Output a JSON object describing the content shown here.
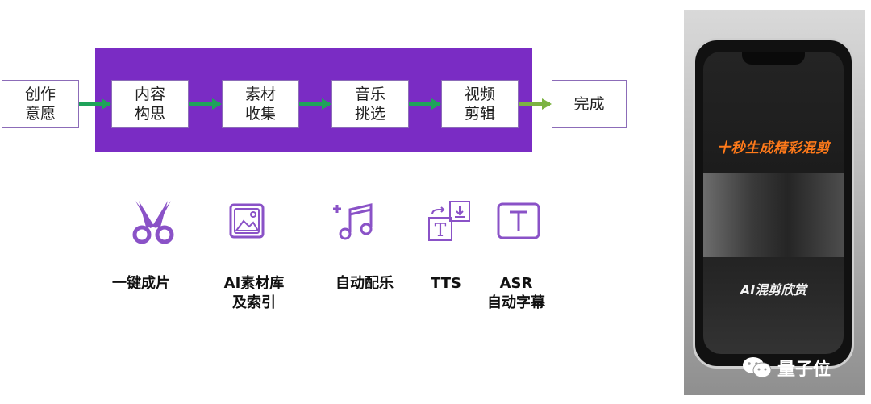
{
  "flow": {
    "steps": [
      {
        "label": "创作\n意愿"
      },
      {
        "label": "内容\n构思"
      },
      {
        "label": "素材\n收集"
      },
      {
        "label": "音乐\n挑选"
      },
      {
        "label": "视频\n剪辑"
      },
      {
        "label": "完成"
      }
    ],
    "band_color": "#7A2CC4",
    "arrow_color": "#1FA35A",
    "final_arrow_color": "#7CB342"
  },
  "features": [
    {
      "label": "一键成片",
      "icon": "scissors-icon"
    },
    {
      "label": "AI素材库\n及索引",
      "icon": "image-gallery-icon"
    },
    {
      "label": "自动配乐",
      "icon": "music-add-icon"
    },
    {
      "label": "TTS",
      "icon": "text-to-speech-icon"
    },
    {
      "label": "ASR\n自动字幕",
      "icon": "text-box-icon"
    }
  ],
  "icon_color": "#8a52c7",
  "phone": {
    "headline": "十秒生成精彩混剪",
    "caption": "AI混剪欣赏"
  },
  "watermark": {
    "text": "量子位",
    "icon": "wechat-icon"
  }
}
